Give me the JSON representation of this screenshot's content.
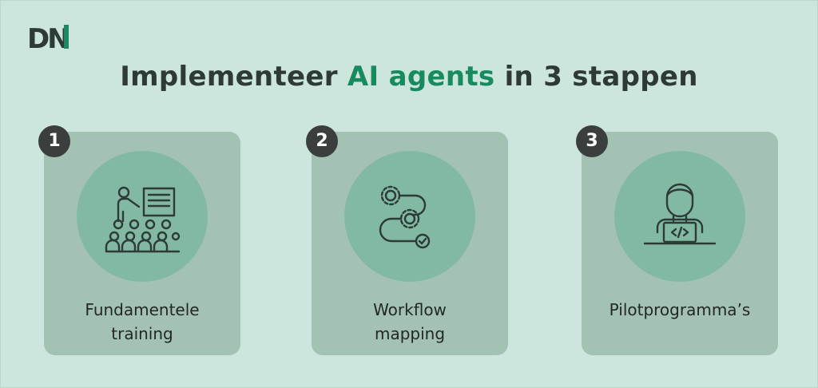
{
  "logo": {
    "d": "D",
    "n": "N"
  },
  "header": {
    "title_before": "Implementeer ",
    "title_accent": "AI agents",
    "title_after": " in 3 stappen"
  },
  "colors": {
    "background": "#cde6dd",
    "card": "#a3c2b4",
    "circle": "#82b9a5",
    "accent": "#178a5f",
    "badge": "#3a3f3d"
  },
  "steps": [
    {
      "number": "1",
      "label_line1": "Fundamentele",
      "label_line2": "training",
      "icon": "presentation-icon"
    },
    {
      "number": "2",
      "label_line1": "Workflow",
      "label_line2": "mapping",
      "icon": "workflow-gears-icon"
    },
    {
      "number": "3",
      "label_line1": "Pilotprogramma’s",
      "label_line2": "",
      "icon": "developer-laptop-icon"
    }
  ]
}
